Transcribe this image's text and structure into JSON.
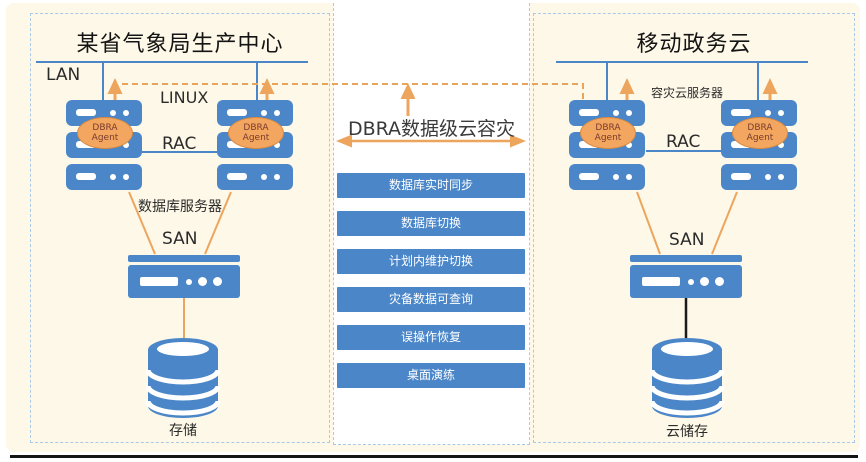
{
  "colors": {
    "panel_bg": "#fdf8e7",
    "strip_bg": "#ffffff",
    "dashed_border": "#aac9e6",
    "device_blue": "#4a86c8",
    "line_blue": "#4a86c8",
    "orange": "#eda55e",
    "agent_fill": "#f3a65f",
    "agent_text": "#7a3b2c",
    "bar_text": "#ffffff",
    "bottom_rule": "#141414"
  },
  "left_box": {
    "title": "某省气象局生产中心",
    "lan": "LAN",
    "linux": "LINUX",
    "rac": "RAC",
    "db_servers": "数据库服务器",
    "san": "SAN",
    "storage": "存储"
  },
  "middle": {
    "title": "DBRA数据级云容灾",
    "features": [
      "数据库实时同步",
      "数据库切换",
      "计划内维护切换",
      "灾备数据可查询",
      "误操作恢复",
      "桌面演练"
    ]
  },
  "right_box": {
    "title": "移动政务云",
    "dr_server": "容灾云服务器",
    "rac": "RAC",
    "san": "SAN",
    "storage": "云储存"
  },
  "agent_badge": {
    "line1": "DBRA",
    "line2": "Agent"
  }
}
